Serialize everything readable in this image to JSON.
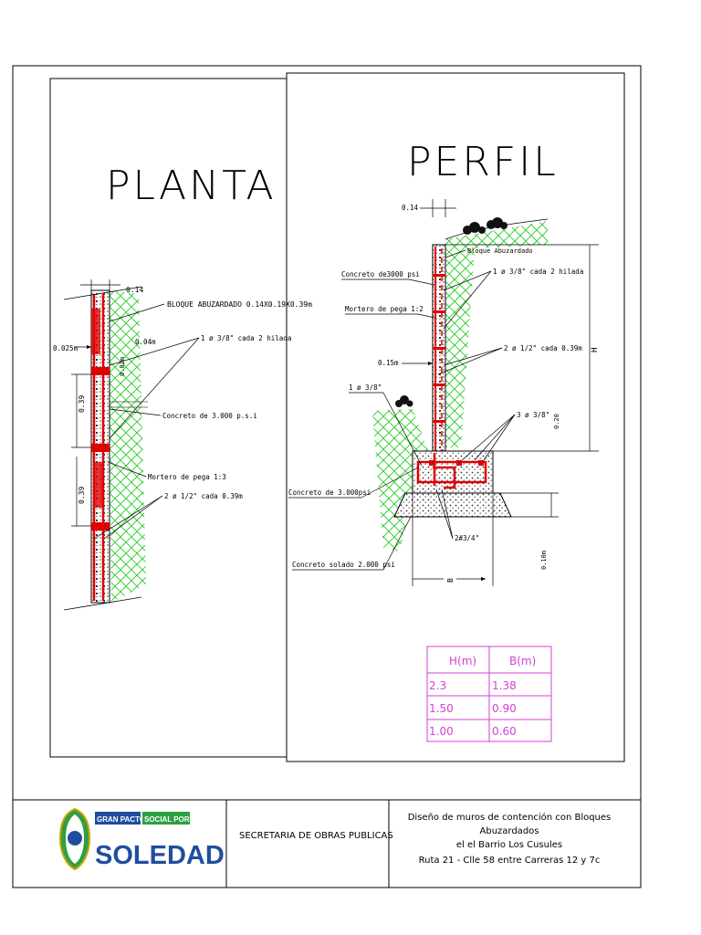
{
  "planta": {
    "title": "PLANTA",
    "dim_014": "0.14",
    "block_label": "BLOQUE ABUZARDADO 0.14X0.19X0.39m",
    "dim_004": "0.04m",
    "dim_0025": "0.025m",
    "dim_002": "0.02m",
    "rebar_38": "1 ø 3/8\" cada 2 hilada",
    "dim_039a": "0.39",
    "concrete": "Concreto de 3.000 p.s.i",
    "mortar": "Mortero de pega 1:3",
    "dim_039b": "0.39",
    "rebar_12": "2 ø 1/2\" cada 0.39m"
  },
  "perfil": {
    "title": "PERFIL",
    "dim_014": "0.14",
    "block_label": "Bloque Abuzardado",
    "concrete3000": "Concreto de3000 psi",
    "rebar_38": "1 ø 3/8\" cada 2 hilada",
    "mortar": "Mortero de pega 1:2",
    "rebar_12": "2 ø 1/2\" cada 0.39m",
    "dim_015": "0.15m",
    "H": "H",
    "rebar_38b": "1 ø 3/8\"",
    "rebar_3x38": "3 ø 3/8\"",
    "dim_020": "0.20",
    "concrete_base": "Concreto de 3.000psi",
    "rebar_34": "2#3/4\"",
    "solado": "Concreto solado 2.000 psi",
    "dim_010": "0.10m",
    "B": "B"
  },
  "table": {
    "headers": [
      "H(m)",
      "B(m)"
    ],
    "rows": [
      [
        "2.3",
        "1.38"
      ],
      [
        "1.50",
        "0.90"
      ],
      [
        "1.00",
        "0.60"
      ]
    ],
    "color": "#d63fd6"
  },
  "title_block": {
    "logo": {
      "line1": "GRAN PACTO",
      "line2": "SOCIAL POR",
      "line3": "SOLEDAD"
    },
    "department": "SECRETARIA DE OBRAS PUBLICAS",
    "description": [
      "Diseño de muros de contención con Bloques",
      "Abuzardados",
      "el el Barrio Los Cusules",
      "Ruta 21 - Clle 58 entre Carreras 12 y 7c"
    ]
  },
  "colors": {
    "rebar": "#e00000",
    "vegetation": "#22cc22",
    "table": "#d63fd6",
    "logo_blue": "#1f4e9e",
    "logo_green": "#2ea043"
  }
}
